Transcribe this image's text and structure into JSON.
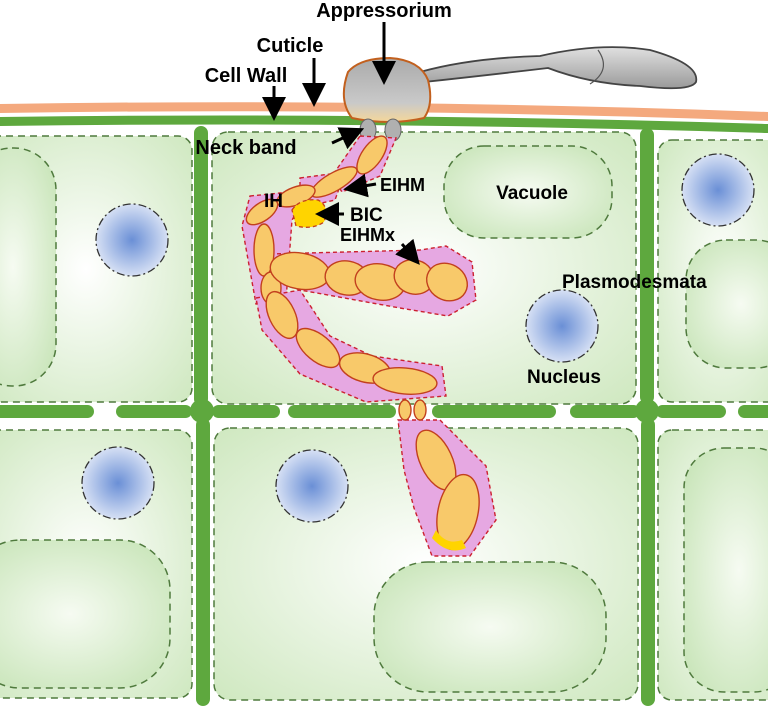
{
  "labels": {
    "appressorium": "Appressorium",
    "cuticle": "Cuticle",
    "cell_wall": "Cell Wall",
    "neck_band": "Neck band",
    "eihm": "EIHM",
    "ih": "IH",
    "bic": "BIC",
    "eihmx": "EIHMx",
    "vacuole": "Vacuole",
    "plasmodesmata": "Plasmodesmata",
    "nucleus": "Nucleus"
  },
  "colors": {
    "cell_wall": "#5ea83e",
    "cuticle": "#f4a97e",
    "cytoplasm": "#d4ebc6",
    "vacuole": "#e4f3dc",
    "nucleus": "#7e9bd8",
    "hypha": "#f8c96a",
    "eihm_zone": "#e6a8e2",
    "bic": "#ffd400",
    "appressorium": "#b9b9b9"
  }
}
